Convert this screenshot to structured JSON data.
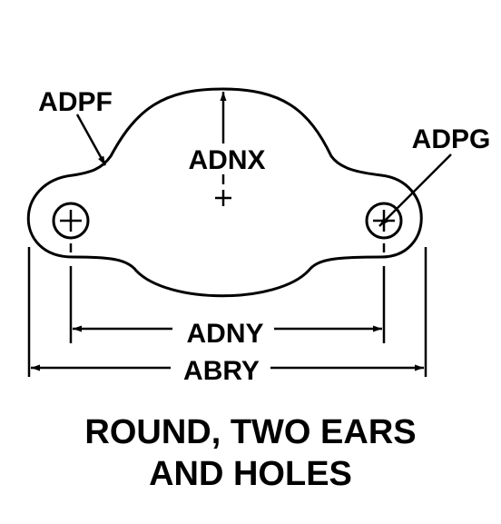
{
  "labels": {
    "fillet_radius": "ADPF",
    "ear_radius": "ADPG",
    "body_height": "ADNX",
    "hole_spacing": "ADNY",
    "overall_length": "ABRY"
  },
  "caption": {
    "line1": "ROUND, TWO EARS",
    "line2": "AND HOLES"
  },
  "colors": {
    "stroke": "#000000",
    "background": "#ffffff"
  }
}
